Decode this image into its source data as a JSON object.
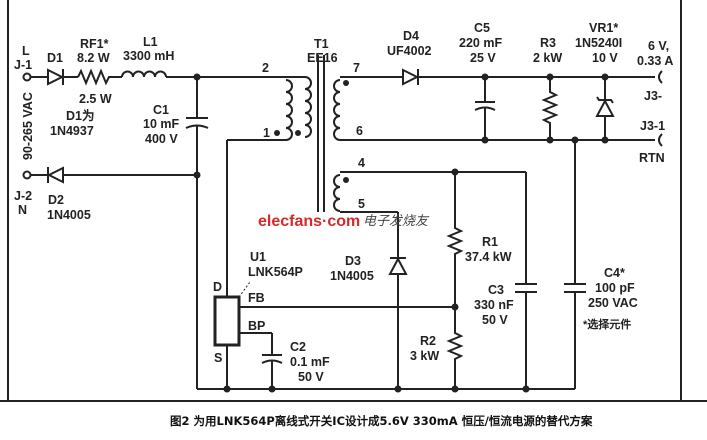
{
  "input": {
    "j1_line": "L",
    "j1": "J-1",
    "j2": "J-2",
    "j2_neutral": "N",
    "voltage": "90-265 VAC"
  },
  "components": {
    "d1": {
      "ref": "D1",
      "note_ref": "D1为",
      "note_part": "1N4937"
    },
    "rf1": {
      "ref": "RF1*",
      "value": "8.2 W",
      "power": "2.5 W"
    },
    "l1": {
      "ref": "L1",
      "value": "3300 mH"
    },
    "c1": {
      "ref": "C1",
      "value": "10 mF",
      "voltage": "400 V"
    },
    "d2": {
      "ref": "D2",
      "part": "1N4005"
    },
    "t1": {
      "ref": "T1",
      "part": "EE16",
      "pins": [
        "2",
        "1",
        "7",
        "6",
        "4",
        "5"
      ]
    },
    "d4": {
      "ref": "D4",
      "part": "UF4002"
    },
    "c5": {
      "ref": "C5",
      "value": "220 mF",
      "voltage": "25 V"
    },
    "r3": {
      "ref": "R3",
      "value": "2 kW"
    },
    "vr1": {
      "ref": "VR1*",
      "part": "1N5240I",
      "voltage": "10 V"
    },
    "u1": {
      "ref": "U1",
      "part": "LNK564P",
      "pin_d": "D",
      "pin_fb": "FB",
      "pin_bp": "BP",
      "pin_s": "S"
    },
    "d3": {
      "ref": "D3",
      "part": "1N4005"
    },
    "r1": {
      "ref": "R1",
      "value": "37.4 kW"
    },
    "r2": {
      "ref": "R2",
      "value": "3 kW"
    },
    "c2": {
      "ref": "C2",
      "value": "0.1 mF",
      "voltage": "50 V"
    },
    "c3": {
      "ref": "C3",
      "value": "330 nF",
      "voltage": "50 V"
    },
    "c4": {
      "ref": "C4*",
      "value": "100 pF",
      "voltage": "250 VAC",
      "note": "*选择元件"
    }
  },
  "output": {
    "rating_v": "6 V,",
    "rating_a": "0.33 A",
    "j3": "J3-",
    "j3_1": "J3-1",
    "rtn": "RTN"
  },
  "watermark": {
    "brand": "elecfans·com",
    "cn": "电子发烧友"
  },
  "caption": "图2 为用LNK564P离线式开关IC设计成5.6V 330mA 恒压/恒流电源的替代方案"
}
